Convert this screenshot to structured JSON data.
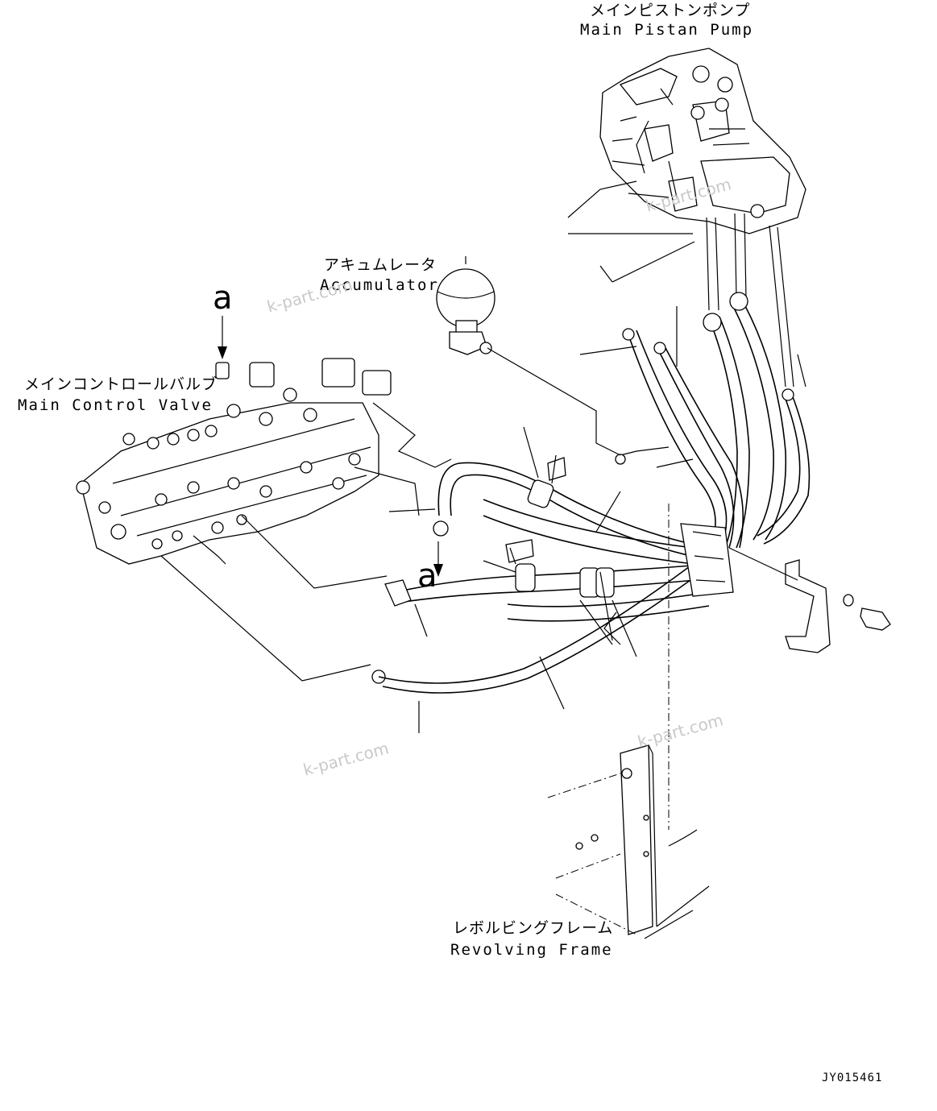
{
  "labels": {
    "main_piston_pump_jp": "メインピストンポンプ",
    "main_piston_pump_en": "Main Pistan Pump",
    "accumulator_jp": "アキュムレータ",
    "accumulator_en": "Accumulator",
    "main_control_valve_jp": "メインコントロールバルブ",
    "main_control_valve_en": "Main Control Valve",
    "revolving_frame_jp": "レボルビングフレーム",
    "revolving_frame_en": "Revolving Frame",
    "ref_a_top": "a",
    "ref_a_mid": "a"
  },
  "watermarks": [
    "k-part.com",
    "k-part.com",
    "k-part.com",
    "k-part.com"
  ],
  "drawing_id": "JY015461"
}
